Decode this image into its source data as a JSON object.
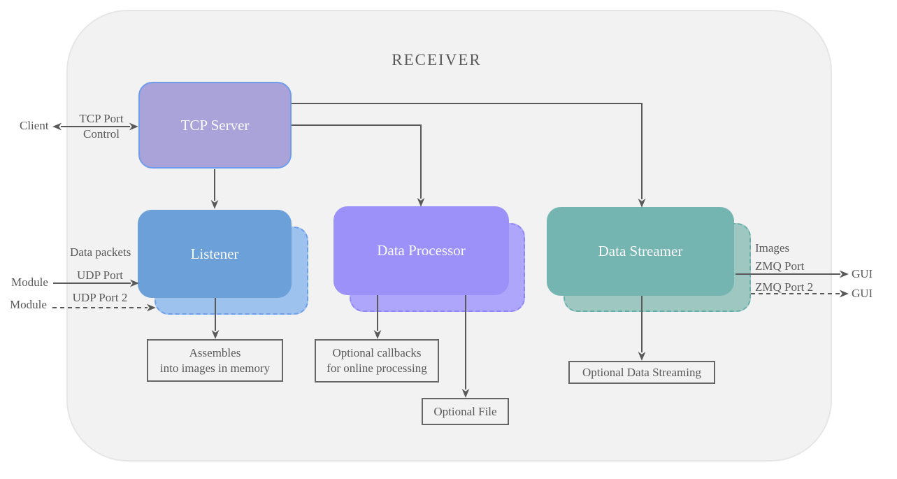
{
  "title": "RECEIVER",
  "colors": {
    "container_bg": "#f2f2f2",
    "container_border": "#e6e6e6",
    "arrow": "#595959",
    "label": "#595959",
    "node_text": "#f9f9f9",
    "outbox_border": "#666666",
    "tcp_fill": "#a9a3da",
    "tcp_border": "#6f9ceb",
    "listener_fill": "#6ba0d9",
    "listener_shadow": "#9dc2ee",
    "listener_dash": "#6d9eeb",
    "processor_fill": "#9b91f8",
    "processor_shadow": "#aea6fa",
    "processor_dash": "#8f86f5",
    "streamer_fill": "#74b5b1",
    "streamer_shadow": "#9fc7c2",
    "streamer_dash": "#66afaa"
  },
  "nodes": {
    "tcp_server": {
      "label": "TCP Server"
    },
    "listener": {
      "label": "Listener"
    },
    "data_processor": {
      "label": "Data Processor"
    },
    "data_streamer": {
      "label": "Data Streamer"
    }
  },
  "outputs": {
    "assembles": {
      "line1": "Assembles",
      "line2": "into images in memory"
    },
    "callbacks": {
      "line1": "Optional callbacks",
      "line2": "for online processing"
    },
    "optional_file": {
      "label": "Optional File"
    },
    "optional_streaming": {
      "label": "Optional Data Streaming"
    }
  },
  "left_labels": {
    "client": "Client",
    "tcp_port": "TCP Port",
    "control": "Control",
    "data_packets": "Data packets",
    "module1": "Module",
    "udp_port": "UDP Port",
    "module2": "Module",
    "udp_port2": "UDP Port 2"
  },
  "right_labels": {
    "images": "Images",
    "zmq_port": "ZMQ Port",
    "gui1": "GUI",
    "zmq_port2": "ZMQ Port 2",
    "gui2": "GUI"
  }
}
